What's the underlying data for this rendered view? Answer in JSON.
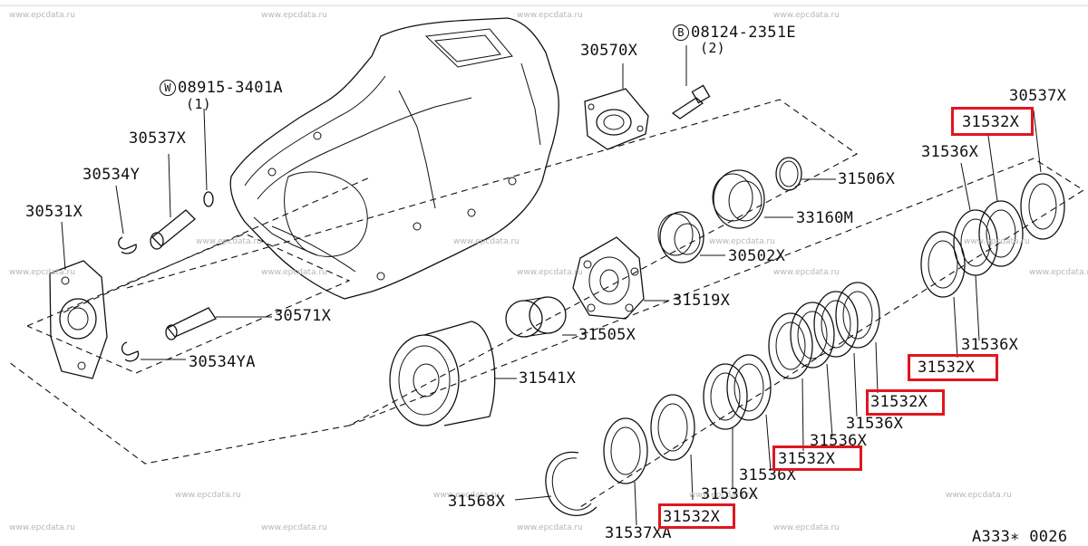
{
  "watermark": "www.epcdata.ru",
  "diagram_code": "A333∗ 0026",
  "bolt_w": {
    "badge": "W",
    "number": "08915-3401A",
    "qty": "(1)"
  },
  "bolt_b": {
    "badge": "B",
    "number": "08124-2351E",
    "qty": "(2)"
  },
  "labels": {
    "p30570X": "30570X",
    "p30537X_top": "30537X",
    "p30537X_left": "30537X",
    "p30534Y": "30534Y",
    "p30531X": "30531X",
    "p30571X": "30571X",
    "p30534YA": "30534YA",
    "p31506X": "31506X",
    "p33160M": "33160M",
    "p30502X": "30502X",
    "p31519X": "31519X",
    "p31505X": "31505X",
    "p31541X": "31541X",
    "p31568X": "31568X",
    "p31537XA": "31537XA",
    "p31532X_a": "31532X",
    "p31532X_b": "31532X",
    "p31532X_c": "31532X",
    "p31532X_d": "31532X",
    "p31532X_e": "31532X",
    "p31536X_a": "31536X",
    "p31536X_b": "31536X",
    "p31536X_c": "31536X",
    "p31536X_d": "31536X",
    "p31536X_e": "31536X",
    "p31536X_f": "31536X"
  },
  "highlight_color": "#e0161e"
}
